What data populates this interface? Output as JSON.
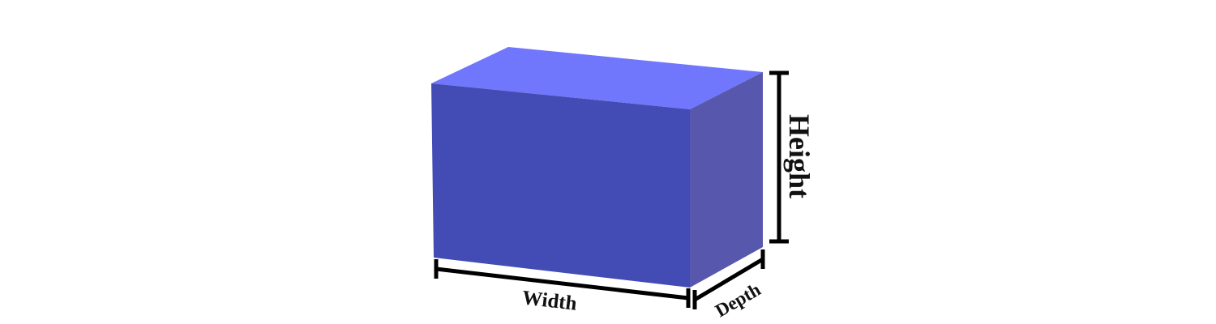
{
  "labels": {
    "height": "Height",
    "width": "Width",
    "depth": "Depth"
  },
  "colors": {
    "front_face": "#434BB4",
    "top_face": "#7077FC",
    "side_face": "#5857AE",
    "dimension_lines": "#000000",
    "label_text": "#111111",
    "background": "#FFFFFF"
  }
}
